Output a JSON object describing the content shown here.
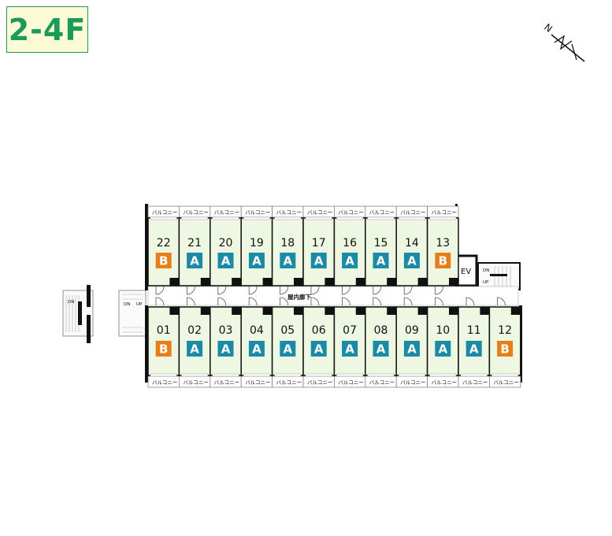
{
  "floor_label": "2-4F",
  "compass": {
    "label": "N"
  },
  "colors": {
    "type_a": "#1a8aa6",
    "type_b": "#e87e18",
    "unit_fill": "#eef7e2",
    "wall": "#111111",
    "accent": "#1c9a5a"
  },
  "corridor_label": "屋内廊下",
  "elevator_label": "EV",
  "stairs": {
    "down": "DN",
    "up": "UP"
  },
  "balcony_label": "バルコニー",
  "top_units": [
    {
      "num": "22",
      "type": "B"
    },
    {
      "num": "21",
      "type": "A"
    },
    {
      "num": "20",
      "type": "A"
    },
    {
      "num": "19",
      "type": "A"
    },
    {
      "num": "18",
      "type": "A"
    },
    {
      "num": "17",
      "type": "A"
    },
    {
      "num": "16",
      "type": "A"
    },
    {
      "num": "15",
      "type": "A"
    },
    {
      "num": "14",
      "type": "A"
    },
    {
      "num": "13",
      "type": "B"
    }
  ],
  "bottom_units": [
    {
      "num": "01",
      "type": "B"
    },
    {
      "num": "02",
      "type": "A"
    },
    {
      "num": "03",
      "type": "A"
    },
    {
      "num": "04",
      "type": "A"
    },
    {
      "num": "05",
      "type": "A"
    },
    {
      "num": "06",
      "type": "A"
    },
    {
      "num": "07",
      "type": "A"
    },
    {
      "num": "08",
      "type": "A"
    },
    {
      "num": "09",
      "type": "A"
    },
    {
      "num": "10",
      "type": "A"
    },
    {
      "num": "11",
      "type": "A"
    },
    {
      "num": "12",
      "type": "B"
    }
  ]
}
